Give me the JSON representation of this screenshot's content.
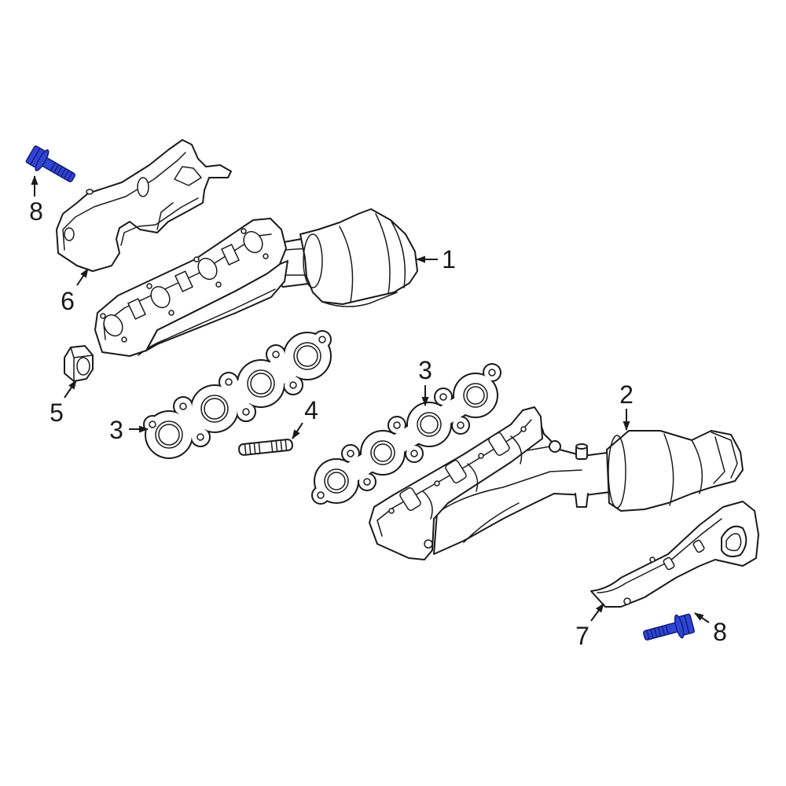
{
  "diagram": {
    "callouts": [
      "1",
      "2",
      "3",
      "3",
      "4",
      "5",
      "6",
      "7",
      "8",
      "8"
    ],
    "colors": {
      "background": "#ffffff",
      "line": "#1a1a1a",
      "highlight": "#2f45d6",
      "highlight_stroke": "#17207a"
    }
  }
}
